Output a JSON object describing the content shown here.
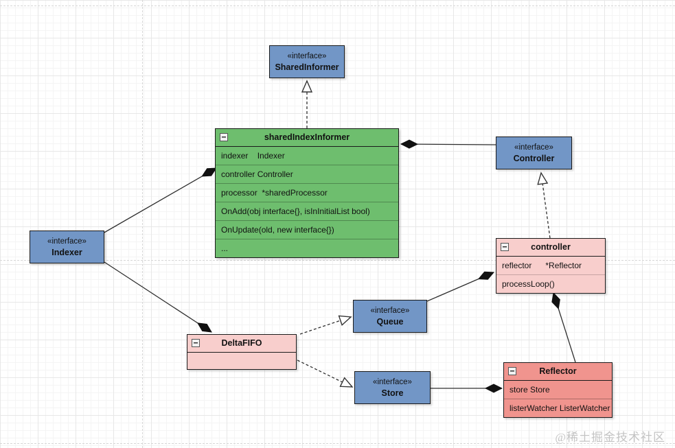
{
  "watermark": "@稀土掘金技术社区",
  "colors": {
    "interface_fill": "#7296C6",
    "class_green_fill": "#6EBE6E",
    "class_pink_fill": "#F8CECC",
    "class_salmon_fill": "#F0948E",
    "border": "#1a1a1a",
    "edge": "#2e2e2e"
  },
  "nodes": {
    "shared_informer": {
      "stereotype": "«interface»",
      "name": "SharedInformer"
    },
    "controller_interface": {
      "stereotype": "«interface»",
      "name": "Controller"
    },
    "indexer_interface": {
      "stereotype": "«interface»",
      "name": "Indexer"
    },
    "queue_interface": {
      "stereotype": "«interface»",
      "name": "Queue"
    },
    "store_interface": {
      "stereotype": "«interface»",
      "name": "Store"
    },
    "shared_index_informer": {
      "title": "sharedIndexInformer",
      "rows": [
        "indexer    Indexer",
        "controller Controller",
        "processor  *sharedProcessor",
        "OnAdd(obj interface{}, isInInitialList bool)",
        "OnUpdate(old, new interface{})",
        "..."
      ]
    },
    "controller_class": {
      "title": "controller",
      "rows": [
        "reflector      *Reflector",
        "processLoop()"
      ]
    },
    "delta_fifo": {
      "title": "DeltaFIFO",
      "rows": []
    },
    "reflector_class": {
      "title": "Reflector",
      "rows": [
        "store Store",
        "listerWatcher ListerWatcher"
      ]
    }
  },
  "relationships": [
    {
      "from": "sharedIndexInformer",
      "to": "SharedInformer",
      "type": "realization"
    },
    {
      "owner": "sharedIndexInformer",
      "part": "Controller",
      "type": "composition"
    },
    {
      "owner": "sharedIndexInformer",
      "part": "Indexer",
      "type": "composition"
    },
    {
      "from": "controller",
      "to": "Controller",
      "type": "realization"
    },
    {
      "owner": "controller",
      "part": "Queue",
      "type": "composition"
    },
    {
      "from": "DeltaFIFO",
      "to": "Queue",
      "type": "realization"
    },
    {
      "from": "DeltaFIFO",
      "to": "Store",
      "type": "realization"
    },
    {
      "owner": "DeltaFIFO",
      "part": "Indexer",
      "type": "composition"
    },
    {
      "owner": "controller",
      "part": "Reflector",
      "type": "composition"
    },
    {
      "owner": "Reflector",
      "part": "Store",
      "type": "composition"
    }
  ]
}
